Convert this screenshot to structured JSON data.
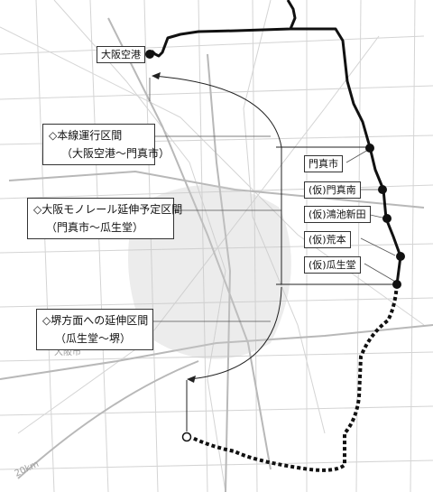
{
  "map": {
    "colors": {
      "line": "#111111",
      "background_map": "#d4d4d4",
      "background_map_dark": "#b8b8b8",
      "label_border": "#333333"
    },
    "terminal_label": "大阪空港",
    "sections": [
      {
        "title": "◇本線運行区間",
        "subtitle": "（大阪空港〜門真市）"
      },
      {
        "title": "◇大阪モノレール延伸予定区間",
        "subtitle": "（門真市〜瓜生堂）"
      },
      {
        "title": "◇堺方面への延伸区間",
        "subtitle": "（瓜生堂〜堺）"
      }
    ],
    "stations": [
      {
        "label": "門真市"
      },
      {
        "label": "(仮)門真南"
      },
      {
        "label": "(仮)鴻池新田"
      },
      {
        "label": "(仮)荒本"
      },
      {
        "label": "(仮)瓜生堂"
      }
    ],
    "bottom_label": "大阪市",
    "scale_label": "20km"
  }
}
